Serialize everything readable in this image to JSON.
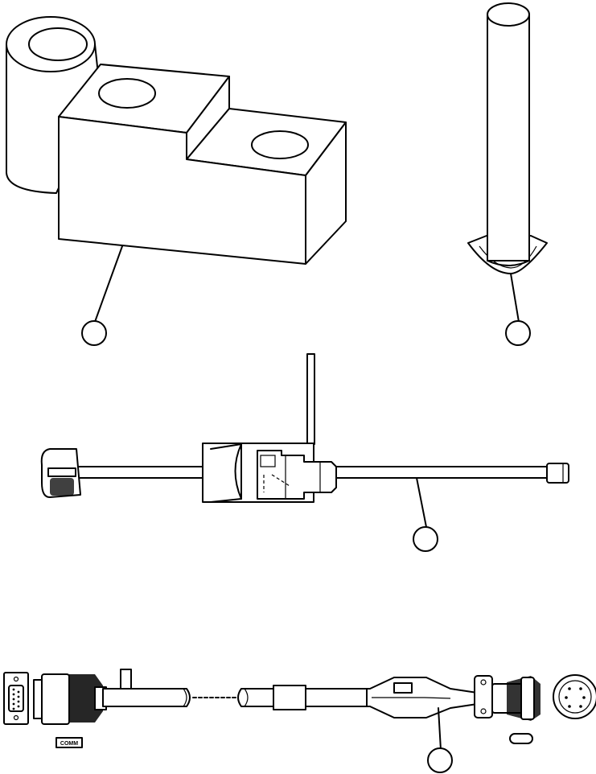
{
  "labels": {
    "comm_tag": "COMM"
  },
  "colors": {
    "line": "#000000",
    "background": "#ffffff"
  },
  "callouts": [
    {
      "id": "callout-1",
      "text": ""
    },
    {
      "id": "callout-2",
      "text": ""
    },
    {
      "id": "callout-3",
      "text": ""
    },
    {
      "id": "callout-4",
      "text": ""
    }
  ]
}
